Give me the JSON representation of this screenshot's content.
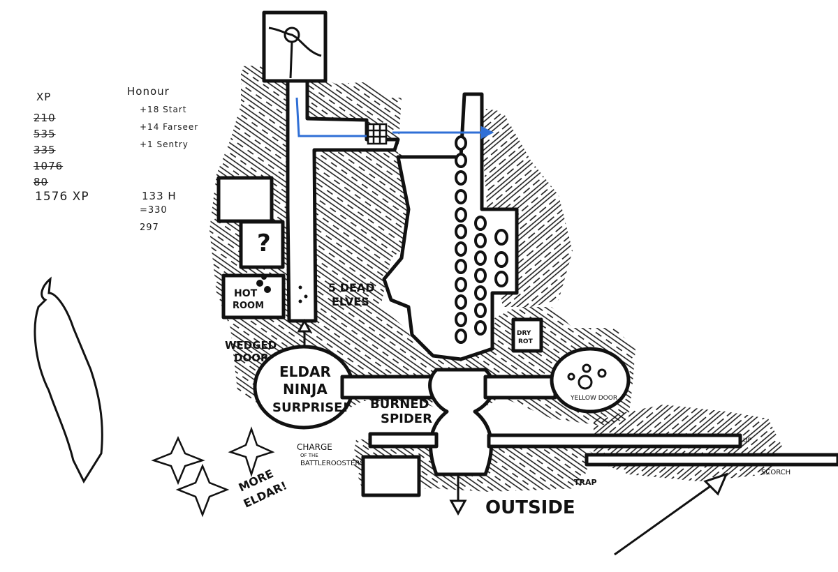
{
  "notes": {
    "xp": {
      "heading": "XP",
      "crossed_values": [
        "210",
        "535",
        "335",
        "1076",
        "80"
      ],
      "total": "1576 XP"
    },
    "honour": {
      "heading": "Honour",
      "lines": [
        "+18 Start",
        "+14 Farseer",
        "+1 Sentry"
      ],
      "subtotal": "133 H",
      "lines_after": [
        "=330",
        "297"
      ]
    }
  },
  "map_labels": {
    "question_room": "?",
    "hot_room_line1": "HOT",
    "hot_room_line2": "ROOM",
    "dead_elves_line1": "5 DEAD",
    "dead_elves_line2": "ELVES",
    "wedged_door_line1": "WEDGED",
    "wedged_door_line2": "DOOR",
    "eldar_line1": "ELDAR",
    "eldar_line2": "NINJA",
    "eldar_line3": "SURPRISE!",
    "burned_spider_line1": "BURNED",
    "burned_spider_line2": "SPIDER",
    "dry_rot_line1": "DRY",
    "dry_rot_line2": "ROT",
    "yellow_door": "YELLOW DOOR",
    "charge_line1": "CHARGE",
    "charge_line2": "OF THE",
    "charge_line3": "BATTLEROOSTERS",
    "more_eldar_line1": "MORE",
    "more_eldar_line2": "ELDAR!",
    "trap": "TRAP",
    "outside": "OUTSIDE",
    "scorch": "SCORCH",
    "up": "UP"
  },
  "colors": {
    "ink": "#111111",
    "route_blue": "#2f6fd6",
    "paper": "#ffffff"
  }
}
